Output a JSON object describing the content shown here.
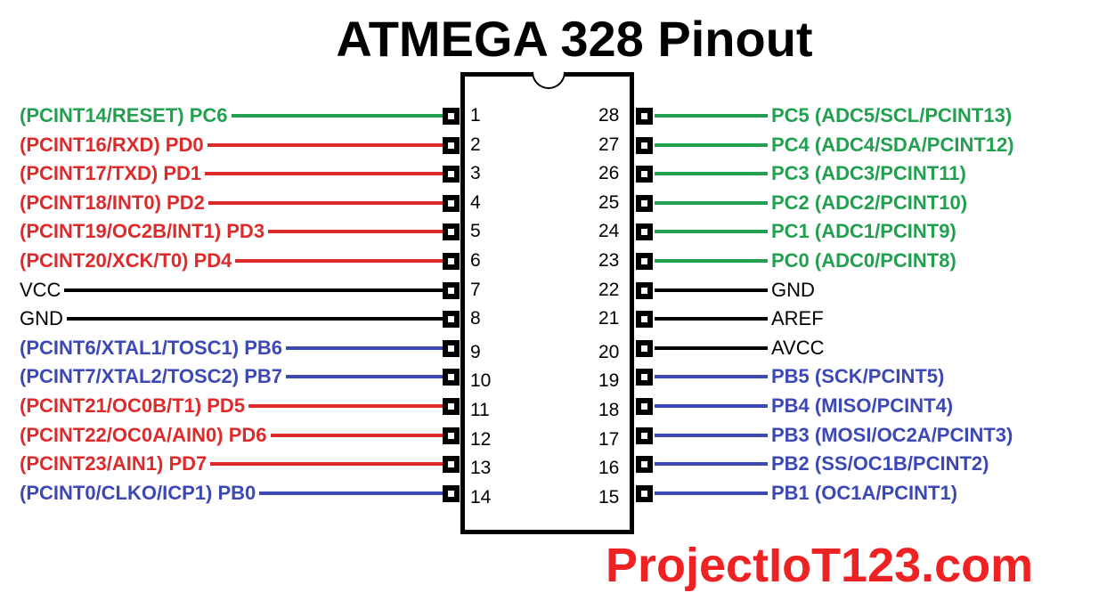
{
  "title": "ATMEGA 328 Pinout",
  "watermark": "ProjectIoT123.com",
  "colors": {
    "green": "#22a050",
    "red": "#dd2a2a",
    "blue": "#3c48b4",
    "black": "#000000",
    "watermark": "#ee2222"
  },
  "left_pins": [
    {
      "number": "1",
      "label": "(PCINT14/RESET) PC6",
      "color": "green"
    },
    {
      "number": "2",
      "label": "(PCINT16/RXD) PD0",
      "color": "red"
    },
    {
      "number": "3",
      "label": "(PCINT17/TXD) PD1",
      "color": "red"
    },
    {
      "number": "4",
      "label": "(PCINT18/INT0) PD2",
      "color": "red"
    },
    {
      "number": "5",
      "label": "(PCINT19/OC2B/INT1) PD3",
      "color": "red"
    },
    {
      "number": "6",
      "label": "(PCINT20/XCK/T0) PD4",
      "color": "red"
    },
    {
      "number": "7",
      "label": "VCC",
      "color": "black"
    },
    {
      "number": "8",
      "label": "GND",
      "color": "black"
    },
    {
      "number": "9",
      "label": "(PCINT6/XTAL1/TOSC1) PB6",
      "color": "blue"
    },
    {
      "number": "10",
      "label": "(PCINT7/XTAL2/TOSC2) PB7",
      "color": "blue"
    },
    {
      "number": "11",
      "label": "(PCINT21/OC0B/T1) PD5",
      "color": "red"
    },
    {
      "number": "12",
      "label": "(PCINT22/OC0A/AIN0) PD6",
      "color": "red"
    },
    {
      "number": "13",
      "label": "(PCINT23/AIN1) PD7",
      "color": "red"
    },
    {
      "number": "14",
      "label": "(PCINT0/CLKO/ICP1) PB0",
      "color": "blue"
    }
  ],
  "right_pins": [
    {
      "number": "28",
      "label": "PC5 (ADC5/SCL/PCINT13)",
      "color": "green"
    },
    {
      "number": "27",
      "label": "PC4 (ADC4/SDA/PCINT12)",
      "color": "green"
    },
    {
      "number": "26",
      "label": "PC3 (ADC3/PCINT11)",
      "color": "green"
    },
    {
      "number": "25",
      "label": "PC2 (ADC2/PCINT10)",
      "color": "green"
    },
    {
      "number": "24",
      "label": "PC1 (ADC1/PCINT9)",
      "color": "green"
    },
    {
      "number": "23",
      "label": "PC0 (ADC0/PCINT8)",
      "color": "green"
    },
    {
      "number": "22",
      "label": "GND",
      "color": "black"
    },
    {
      "number": "21",
      "label": "AREF",
      "color": "black"
    },
    {
      "number": "20",
      "label": "AVCC",
      "color": "black"
    },
    {
      "number": "19",
      "label": "PB5 (SCK/PCINT5)",
      "color": "blue"
    },
    {
      "number": "18",
      "label": "PB4 (MISO/PCINT4)",
      "color": "blue"
    },
    {
      "number": "17",
      "label": "PB3 (MOSI/OC2A/PCINT3)",
      "color": "blue"
    },
    {
      "number": "16",
      "label": "PB2 (SS/OC1B/PCINT2)",
      "color": "blue"
    },
    {
      "number": "15",
      "label": "PB1 (OC1A/PCINT1)",
      "color": "blue"
    }
  ]
}
